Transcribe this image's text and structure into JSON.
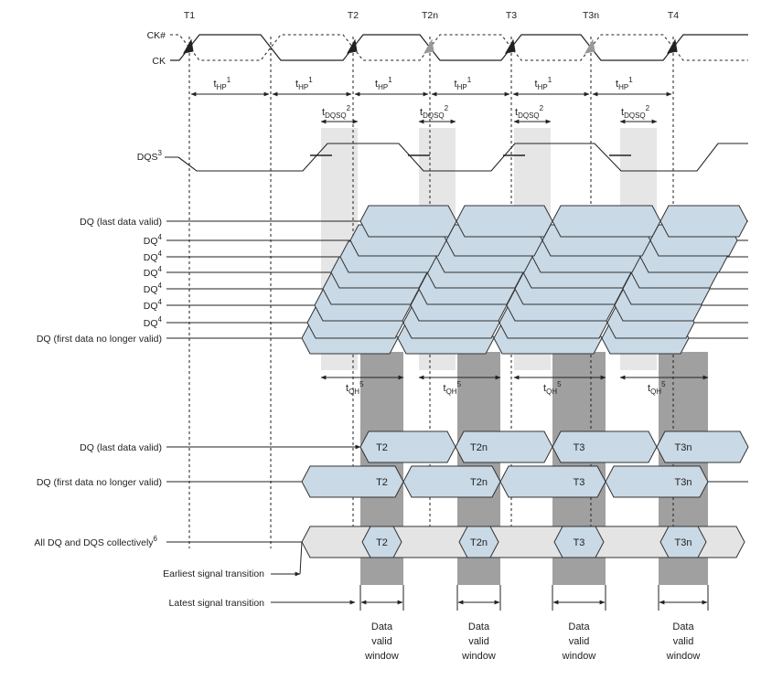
{
  "clock": {
    "edges": [
      "T1",
      "T2",
      "T2n",
      "T3",
      "T3n",
      "T4"
    ],
    "signals": [
      "CK#",
      "CK"
    ],
    "period_label": "t",
    "period_sub": "HP",
    "period_sup": "1"
  },
  "dqs": {
    "label": "DQS",
    "sup": "3",
    "skew_label": "t",
    "skew_sub": "DQSQ",
    "skew_sup": "2"
  },
  "dq_rows": {
    "last_valid": "DQ (last data valid)",
    "dq": "DQ",
    "dq_sup": "4",
    "first_invalid": "DQ (first data no longer valid)"
  },
  "hold": {
    "label": "t",
    "sub": "QH",
    "sup": "5"
  },
  "summary": {
    "row1": "DQ (last data valid)",
    "row2": "DQ (first data no longer valid)",
    "row3": "All DQ and DQS collectively",
    "row3_sup": "6",
    "beats": [
      "T2",
      "T2n",
      "T3",
      "T3n"
    ],
    "earliest": "Earliest signal transition",
    "latest": "Latest signal transition",
    "window_line1": "Data",
    "window_line2": "valid",
    "window_line3": "window"
  },
  "colors": {
    "data_fill": "#c9d9e6",
    "light_gray": "#e6e6e6",
    "dark_gray": "#a0a0a0",
    "collective_fill": "#e4e4e4",
    "line": "#222222"
  }
}
